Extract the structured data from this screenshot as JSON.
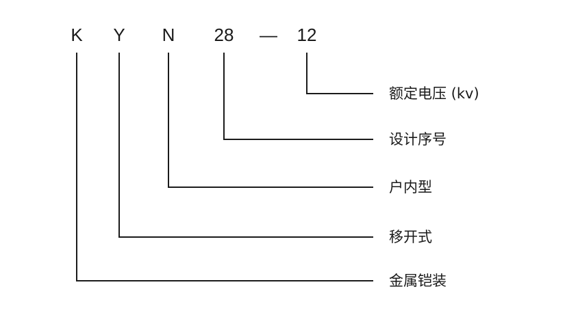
{
  "model_code": {
    "segments": [
      "K",
      "Y",
      "N",
      "28",
      "—",
      "12"
    ]
  },
  "explanations": [
    {
      "code": "12",
      "label": "额定电压 (kv)"
    },
    {
      "code": "28",
      "label": "设计序号"
    },
    {
      "code": "N",
      "label": "户内型"
    },
    {
      "code": "Y",
      "label": "移开式"
    },
    {
      "code": "K",
      "label": "金属铠装"
    }
  ]
}
